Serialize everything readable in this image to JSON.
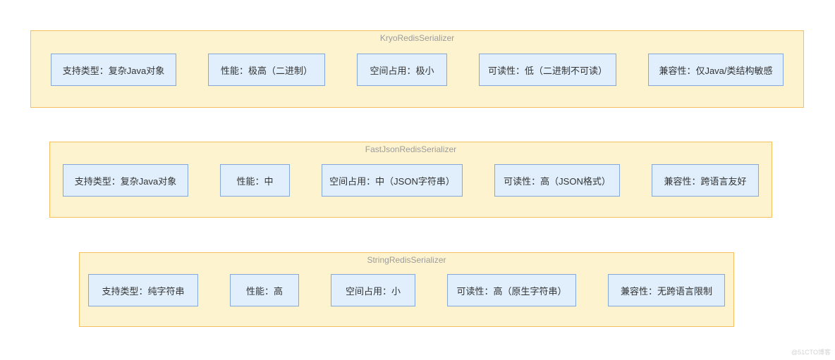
{
  "colors": {
    "group_fill": "#FEF3CF",
    "group_border": "#F5BF60",
    "node_fill": "#E0EFFB",
    "node_border": "#85A8D8",
    "title_text": "#9C9C9C",
    "node_text": "#333333",
    "watermark_text": "#D3D3D3"
  },
  "watermark": "@51CTO博客",
  "groups": [
    {
      "title": "KryoRedisSerializer",
      "nodes": [
        "支持类型：复杂Java对象",
        "性能：极高（二进制）",
        "空间占用：极小",
        "可读性：低（二进制不可读）",
        "兼容性：仅Java/类结构敏感"
      ]
    },
    {
      "title": "FastJsonRedisSerializer",
      "nodes": [
        "支持类型：复杂Java对象",
        "性能：中",
        "空间占用：中（JSON字符串）",
        "可读性：高（JSON格式）",
        "兼容性：跨语言友好"
      ]
    },
    {
      "title": "StringRedisSerializer",
      "nodes": [
        "支持类型：纯字符串",
        "性能：高",
        "空间占用：小",
        "可读性：高（原生字符串）",
        "兼容性：无跨语言限制"
      ]
    }
  ]
}
